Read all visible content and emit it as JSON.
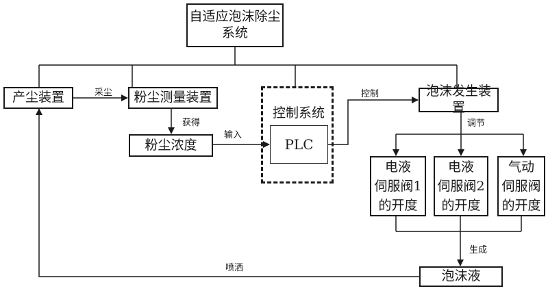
{
  "diagram": {
    "nodes": {
      "system": {
        "lines": [
          "自适应泡沫除尘",
          "系统"
        ]
      },
      "dust_source": {
        "label": "产尘装置"
      },
      "dust_meter": {
        "label": "粉尘测量装置"
      },
      "dust_conc": {
        "label": "粉尘浓度"
      },
      "control_system": {
        "label": "控制系统"
      },
      "plc": {
        "label": "PLC"
      },
      "foam_generator": {
        "label": "泡沫发生装置"
      },
      "valve1": {
        "lines": [
          "电液",
          "伺服阀1",
          "的开度"
        ]
      },
      "valve2": {
        "lines": [
          "电液",
          "伺服阀2",
          "的开度"
        ]
      },
      "valve3": {
        "lines": [
          "气动",
          "伺服阀",
          "的开度"
        ]
      },
      "foam_liquid": {
        "label": "泡沫液"
      }
    },
    "edges": {
      "sample": "采尘",
      "obtain": "获得",
      "input": "输入",
      "control": "控制",
      "adjust": "调节",
      "generate": "生成",
      "spray": "喷洒"
    }
  }
}
